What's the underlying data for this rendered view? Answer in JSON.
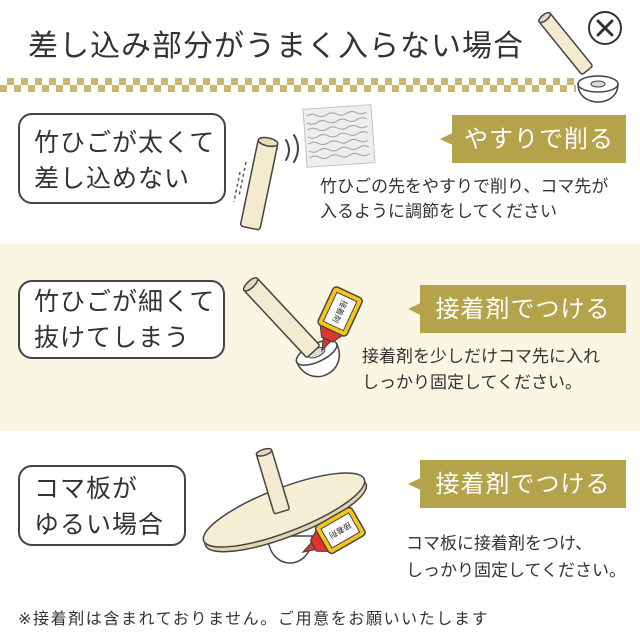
{
  "title": "差し込み部分がうまく入らない場合",
  "colors": {
    "text": "#333333",
    "accent": "#b5a34b",
    "checker": "#c8b870",
    "band": "#faf6e4",
    "stick": "#f3ead0",
    "glue": "#f5c518",
    "cap": "#e3342f"
  },
  "icons": {
    "title": "cross-icon",
    "stick": "bamboo-stick-icon",
    "tip": "koma-tip-icon",
    "file": "file-icon",
    "glue": "glue-bottle-icon",
    "disk": "koma-disk-icon"
  },
  "sections": [
    {
      "problem_lines": [
        "竹ひごが太くて",
        "差し込めない"
      ],
      "solution": "やすりで削る",
      "instruction_lines": [
        "竹ひごの先をやすりで削り、コマ先が",
        "入るように調節をしてください"
      ]
    },
    {
      "problem_lines": [
        "竹ひごが細くて",
        "抜けてしまう"
      ],
      "solution": "接着剤でつける",
      "instruction_lines": [
        "接着剤を少しだけコマ先に入れ",
        "しっかり固定してください。"
      ]
    },
    {
      "problem_lines": [
        "コマ板が",
        "ゆるい場合"
      ],
      "solution": "接着剤でつける",
      "instruction_lines": [
        "コマ板に接着剤をつけ、",
        "しっかり固定してください。"
      ]
    }
  ],
  "glue_label": "接着剤",
  "footnote": "※接着剤は含まれておりません。ご用意をお願いいたします"
}
